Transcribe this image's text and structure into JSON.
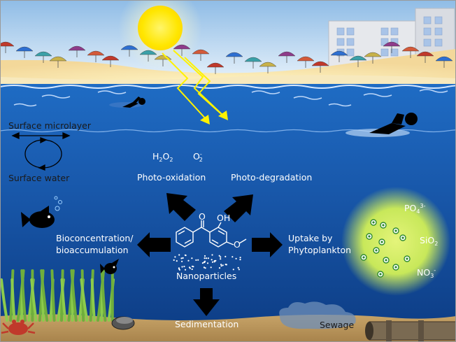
{
  "labels": {
    "surface_microlayer": "Surface microlayer",
    "surface_water": "Surface water",
    "photo_oxidation": "Photo-oxidation",
    "photo_degradation": "Photo-degradation",
    "bioconcentration_line1": "Bioconcentration/",
    "bioconcentration_line2": "bioaccumulation",
    "uptake_line1": "Uptake by",
    "uptake_line2": "Phytoplankton",
    "nanoparticles": "Nanoparticles",
    "sedimentation": "Sedimentation",
    "sewage": "Sewage"
  },
  "species": {
    "h2o2": {
      "base": "H",
      "sub1": "2",
      "mid": "O",
      "sub2": "2"
    },
    "o2_radical": {
      "base": "O",
      "sup": "-",
      "sub": "2"
    },
    "phosphate": {
      "base": "PO",
      "sub": "4",
      "sup": "3-"
    },
    "silicate": {
      "base": "SiO",
      "sub": "2"
    },
    "nitrate": {
      "base": "NO",
      "sub": "3",
      "sup": "-"
    }
  },
  "molecule_atoms": {
    "carbonyl_o": "O",
    "hydroxyl": "OH",
    "methoxy_o": "O"
  },
  "colors": {
    "sky": "#9cc4e6",
    "sun": "#ffe600",
    "sunlight_rays": "#fff200",
    "sea": "#1f5fb3",
    "deep_sea": "#0d3e86",
    "sand": "#f0d49a",
    "seafloor": "#c9a56a",
    "phytoplankton_glow": "#d8f06a",
    "phytoplankton_cell": "#3aa842",
    "arrow": "#000000"
  },
  "icons": [
    "sun-icon",
    "beach-umbrella-icon",
    "building-icon",
    "swimmer-icon",
    "fish-icon",
    "seagrass-icon",
    "crab-icon",
    "clam-icon",
    "sewage-pipe-icon",
    "benzophenone-molecule-icon",
    "microlayer-circulation-icon"
  ]
}
